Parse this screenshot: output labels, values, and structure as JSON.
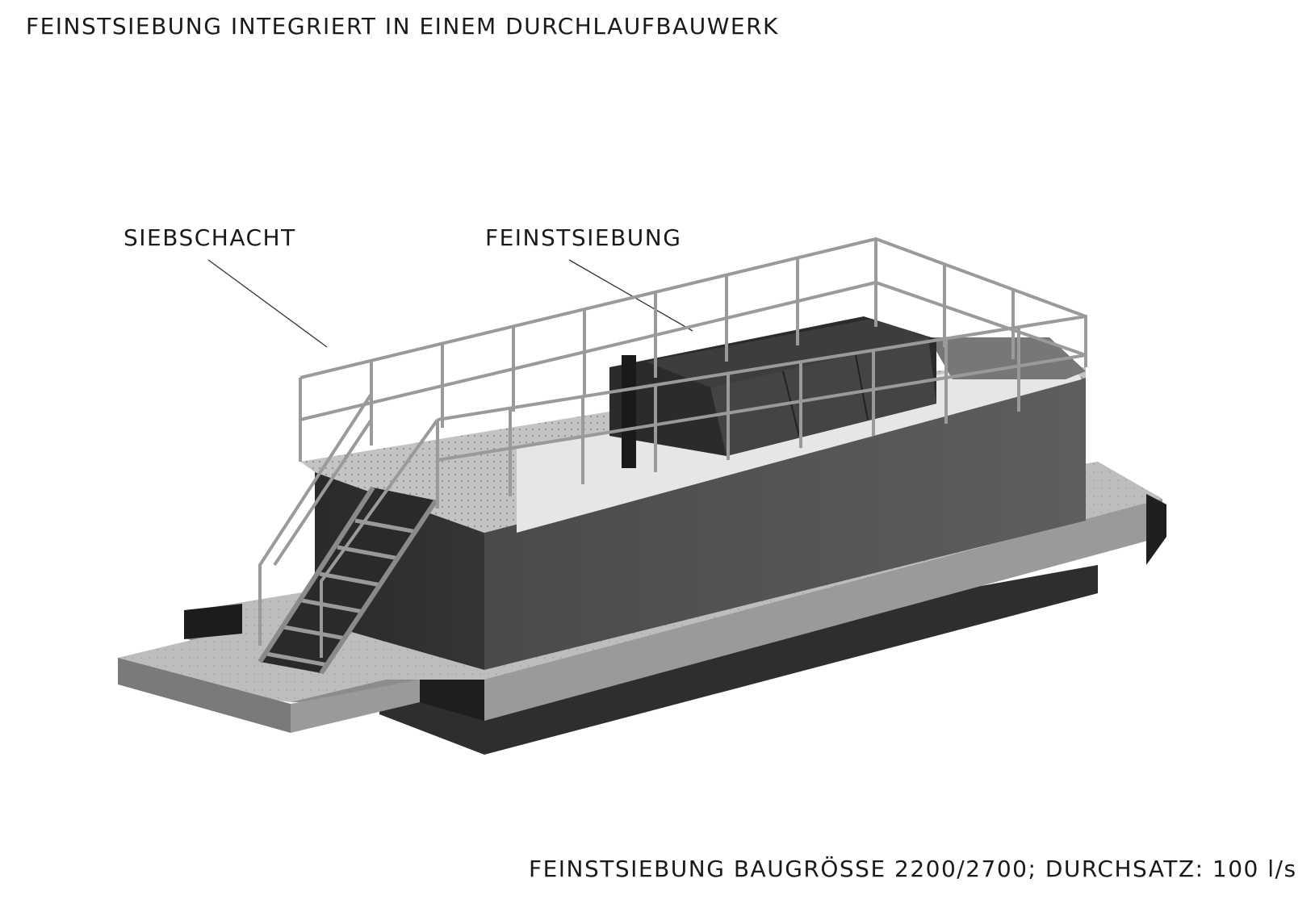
{
  "title": "FEINSTSIEBUNG INTEGRIERT IN EINEM DURCHLAUFBAUWERK",
  "labels": {
    "siebschacht": "SIEBSCHACHT",
    "feinstsiebung": "FEINSTSIEBUNG"
  },
  "caption": "FEINSTSIEBUNG BAUGRÖSSE 2200/2700; DURCHSATZ: 100 l/s",
  "colors": {
    "background": "#ffffff",
    "text": "#1a1a1a",
    "structure_dark": "#3c3c3c",
    "structure_mid": "#5a5a5a",
    "deck_light": "#b8b8b8",
    "railing": "#9a9a9a"
  }
}
